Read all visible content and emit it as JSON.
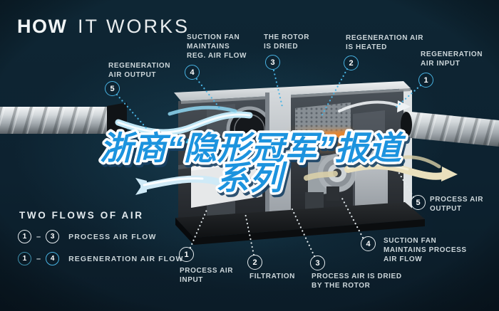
{
  "title": {
    "strong": "HOW",
    "light": "IT WORKS"
  },
  "headline": {
    "line1": "浙商“隐形冠军”报道",
    "line2": "系列",
    "color": "#1f93de"
  },
  "colors": {
    "background": "#0d2330",
    "accent_blue": "#49b4e4",
    "process_ribbon": "#bfe6f5",
    "regeneration_ribbon": "#eae0bd",
    "heater_orange": "#e5842d",
    "label_text": "#ccd6da"
  },
  "legend": {
    "heading": "TWO FLOWS OF AIR",
    "separator": "–",
    "rows": [
      {
        "from": "1",
        "to": "3",
        "label": "PROCESS AIR FLOW",
        "style": "process"
      },
      {
        "from": "1",
        "to": "4",
        "label": "REGENERATION AIR FLOW",
        "style": "regeneration"
      }
    ]
  },
  "callouts": {
    "regeneration": [
      {
        "num": "1",
        "label": "REGENERATION\nAIR INPUT"
      },
      {
        "num": "2",
        "label": "REGENERATION AIR\nIS HEATED"
      },
      {
        "num": "3",
        "label": "THE ROTOR\nIS DRIED"
      },
      {
        "num": "4",
        "label": "SUCTION FAN\nMAINTAINS\nREG. AIR FLOW"
      },
      {
        "num": "5",
        "label": "REGENERATION\nAIR OUTPUT"
      }
    ],
    "process": [
      {
        "num": "1",
        "label": "PROCESS AIR\nINPUT"
      },
      {
        "num": "2",
        "label": "FILTRATION"
      },
      {
        "num": "3",
        "label": "PROCESS AIR IS DRIED\nBY THE ROTOR"
      },
      {
        "num": "4",
        "label": "SUCTION FAN\nMAINTAINS PROCESS\nAIR FLOW"
      },
      {
        "num": "5",
        "label": "PROCESS AIR\nOUTPUT"
      }
    ]
  }
}
